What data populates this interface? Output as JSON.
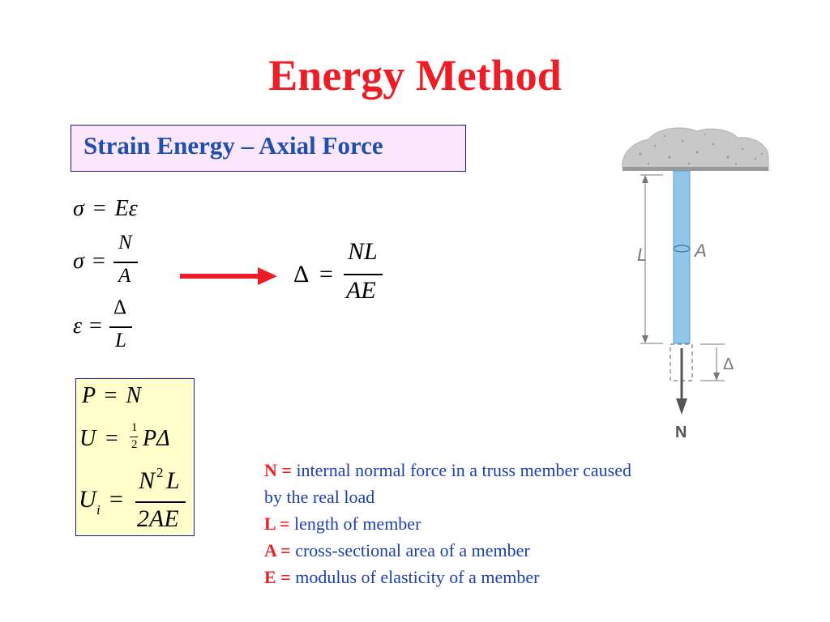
{
  "slide": {
    "title": "Energy Method",
    "subtitle": "Strain Energy – Axial Force"
  },
  "equations": {
    "hooke": {
      "lhs": "σ",
      "op": "=",
      "rhs": "Eε"
    },
    "stress": {
      "lhs": "σ",
      "op": "=",
      "num": "N",
      "den": "A"
    },
    "strain": {
      "lhs": "ε",
      "op": "=",
      "num": "Δ",
      "den": "L"
    },
    "result": {
      "lhs": "Δ",
      "op": "=",
      "num": "NL",
      "den": "AE"
    },
    "load": {
      "lhs": "P",
      "op": "=",
      "rhs": "N"
    },
    "work": {
      "lhs": "U",
      "op": "=",
      "half_num": "1",
      "half_den": "2",
      "rhs": "PΔ"
    },
    "internal": {
      "lhs": "U",
      "sub": "i",
      "op": "=",
      "num_base": "N",
      "num_exp": "2",
      "num_tail": "L",
      "den": "2AE"
    }
  },
  "definitions": [
    {
      "key": "N =",
      "text": "internal normal force in a truss member caused",
      "cont": "by the real load"
    },
    {
      "key": "L =",
      "text": "length of member"
    },
    {
      "key": "A =",
      "text": "cross-sectional area of a member"
    },
    {
      "key": "E =",
      "text": "modulus of elasticity of a member"
    }
  ],
  "figure": {
    "length_label": "L",
    "area_label": "A",
    "elongation_label": "Δ",
    "force_label": "N",
    "bar_color": "#8fc6ea",
    "support_color": "#c8c8c8"
  },
  "colors": {
    "title": "#ee1c24",
    "subtitle": "#1f4fae",
    "definition_text": "#1f3fae",
    "arrow": "#ee1c24"
  }
}
